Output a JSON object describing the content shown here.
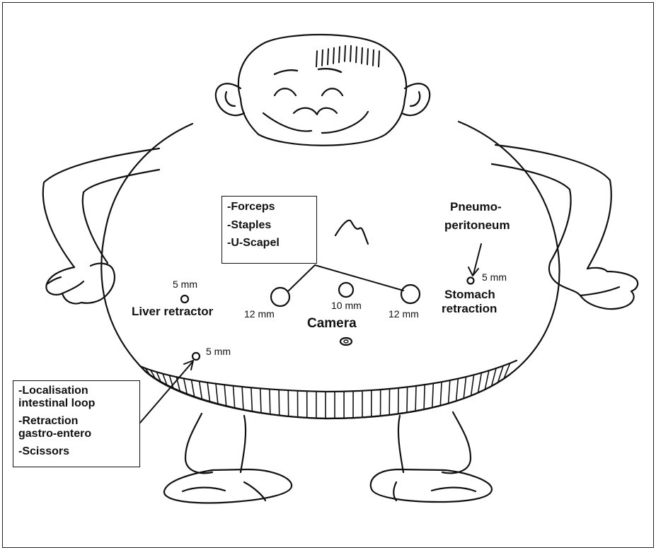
{
  "sizes": {
    "five_mm": "5 mm",
    "ten_mm": "10 mm",
    "twelve_mm": "12 mm"
  },
  "ports": {
    "liver": {
      "size": "5 mm",
      "label": "Liver retractor"
    },
    "left_working": {
      "size": "12 mm"
    },
    "camera": {
      "size": "10 mm",
      "label": "Camera"
    },
    "right_working": {
      "size": "12 mm"
    },
    "stomach": {
      "size": "5 mm",
      "label_line1": "Stomach",
      "label_line2": "retraction"
    },
    "lower": {
      "size": "5 mm"
    }
  },
  "pneumo": {
    "line1": "Pneumo-",
    "line2": "peritoneum"
  },
  "top_box": {
    "items": [
      "-Forceps",
      "-Staples",
      "-U-Scapel"
    ]
  },
  "bottom_box": {
    "item1_line1": "-Localisation",
    "item1_line2": "intestinal loop",
    "item2_line1": "-Retraction",
    "item2_line2": "gastro-entero",
    "item3": "-Scissors"
  }
}
